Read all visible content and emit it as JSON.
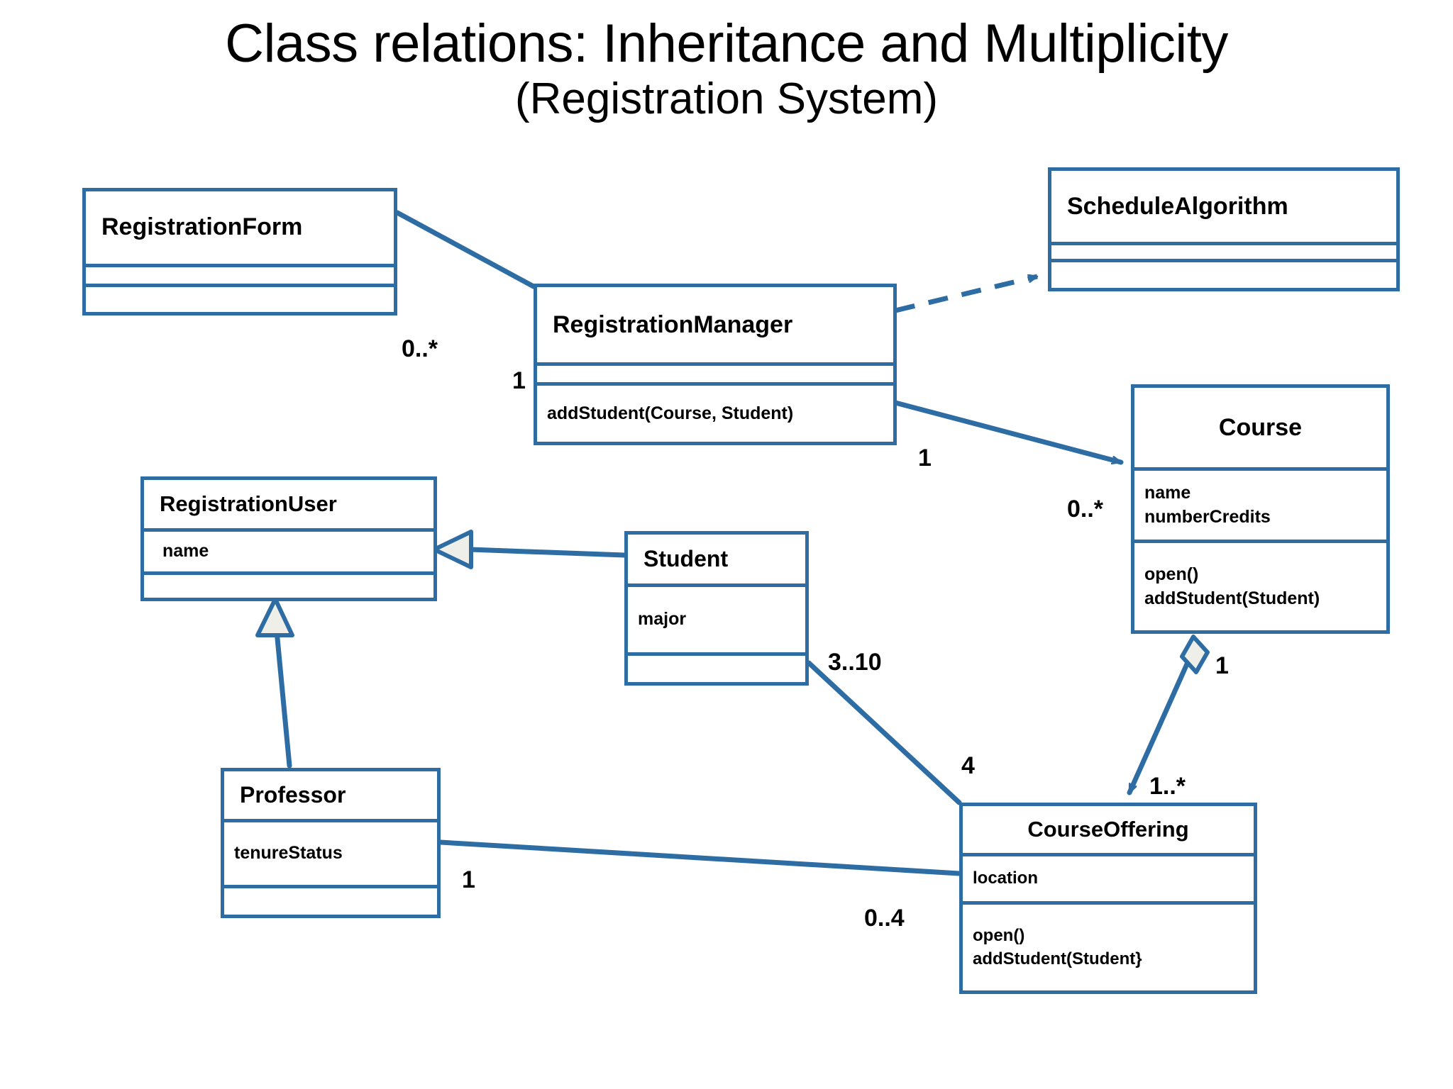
{
  "diagram": {
    "type": "uml-class-diagram",
    "title_line1": "Class relations: Inheritance and Multiplicity",
    "title_line2": "(Registration System)",
    "accent_color": "#2E6DA4",
    "background_color": "#FFFFFF",
    "text_color": "#000000"
  },
  "classes": [
    {
      "id": "registration-form",
      "name": "RegistrationForm",
      "attributes": [],
      "operations": []
    },
    {
      "id": "registration-manager",
      "name": "RegistrationManager",
      "attributes": [],
      "operations": [
        "addStudent(Course, Student)"
      ]
    },
    {
      "id": "schedule-algorithm",
      "name": "ScheduleAlgorithm",
      "attributes": [],
      "operations": []
    },
    {
      "id": "course",
      "name": "Course",
      "attributes": [
        "name",
        "numberCredits"
      ],
      "operations": [
        "open()",
        "addStudent(Student)"
      ]
    },
    {
      "id": "registration-user",
      "name": "RegistrationUser",
      "attributes": [
        "name"
      ],
      "operations": []
    },
    {
      "id": "student",
      "name": "Student",
      "attributes": [
        "major"
      ],
      "operations": []
    },
    {
      "id": "professor",
      "name": "Professor",
      "attributes": [
        "tenureStatus"
      ],
      "operations": []
    },
    {
      "id": "course-offering",
      "name": "CourseOffering",
      "attributes": [
        "location"
      ],
      "operations": [
        "open()",
        "addStudent(Student}"
      ]
    }
  ],
  "relationships": [
    {
      "id": "form-manager",
      "kind": "association",
      "from": "registration-form",
      "to": "registration-manager",
      "from_multiplicity": "0..*",
      "to_multiplicity": "1"
    },
    {
      "id": "manager-schedule",
      "kind": "dependency",
      "from": "registration-manager",
      "to": "schedule-algorithm",
      "from_multiplicity": "",
      "to_multiplicity": ""
    },
    {
      "id": "manager-course",
      "kind": "association-directed",
      "from": "registration-manager",
      "to": "course",
      "from_multiplicity": "1",
      "to_multiplicity": "0..*"
    },
    {
      "id": "student-user",
      "kind": "inheritance",
      "from": "student",
      "to": "registration-user",
      "from_multiplicity": "",
      "to_multiplicity": ""
    },
    {
      "id": "professor-user",
      "kind": "inheritance",
      "from": "professor",
      "to": "registration-user",
      "from_multiplicity": "",
      "to_multiplicity": ""
    },
    {
      "id": "student-offering",
      "kind": "association",
      "from": "student",
      "to": "course-offering",
      "from_multiplicity": "3..10",
      "to_multiplicity": "4"
    },
    {
      "id": "course-offering-agg",
      "kind": "aggregation-directed",
      "from": "course",
      "to": "course-offering",
      "from_multiplicity": "1",
      "to_multiplicity": "1..*"
    },
    {
      "id": "professor-offering",
      "kind": "association",
      "from": "professor",
      "to": "course-offering",
      "from_multiplicity": "1",
      "to_multiplicity": "0..4"
    }
  ],
  "edge_labels": {
    "form_manager_source": "0..*",
    "form_manager_target": "1",
    "manager_course_source": "1",
    "manager_course_target": "0..*",
    "student_offering_source": "3..10",
    "student_offering_target": "4",
    "course_offering_source": "1",
    "course_offering_target": "1..*",
    "professor_offering_source": "1",
    "professor_offering_target": "0..4"
  }
}
